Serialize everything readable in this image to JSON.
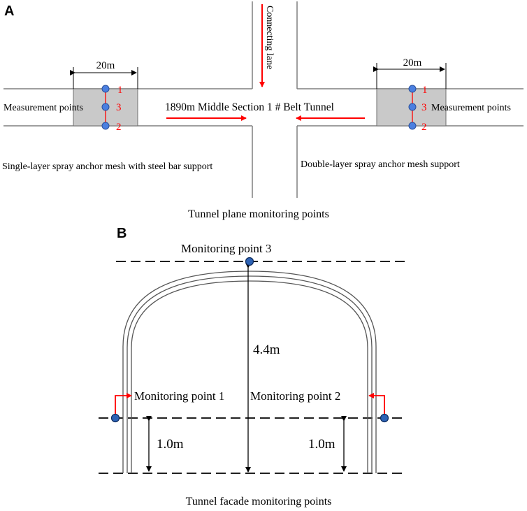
{
  "colors": {
    "line": "#7f7f7f",
    "box_fill": "#c9c9c9",
    "arrow": "#ff0000",
    "point": "#4a7fe0",
    "point_b": "#2e63b5"
  },
  "panel_a": {
    "label": "A",
    "connecting_lane": "Connecting lane",
    "width_left": "20m",
    "width_right": "20m",
    "measurement_left": "Measurement points",
    "measurement_right": "Measurement points",
    "tunnel_name": "1890m Middle Section 1 # Belt Tunnel",
    "support_left": "Single-layer spray anchor mesh with steel bar support",
    "support_right": "Double-layer spray anchor mesh support",
    "point_numbers_left": [
      "1",
      "3",
      "2"
    ],
    "point_numbers_right": [
      "1",
      "3",
      "2"
    ],
    "caption": "Tunnel plane monitoring points"
  },
  "panel_b": {
    "label": "B",
    "point3": "Monitoring point 3",
    "point1": "Monitoring point 1",
    "point2": "Monitoring point 2",
    "height_total": "4.4m",
    "height_left": "1.0m",
    "height_right": "1.0m",
    "caption": "Tunnel facade monitoring points"
  }
}
